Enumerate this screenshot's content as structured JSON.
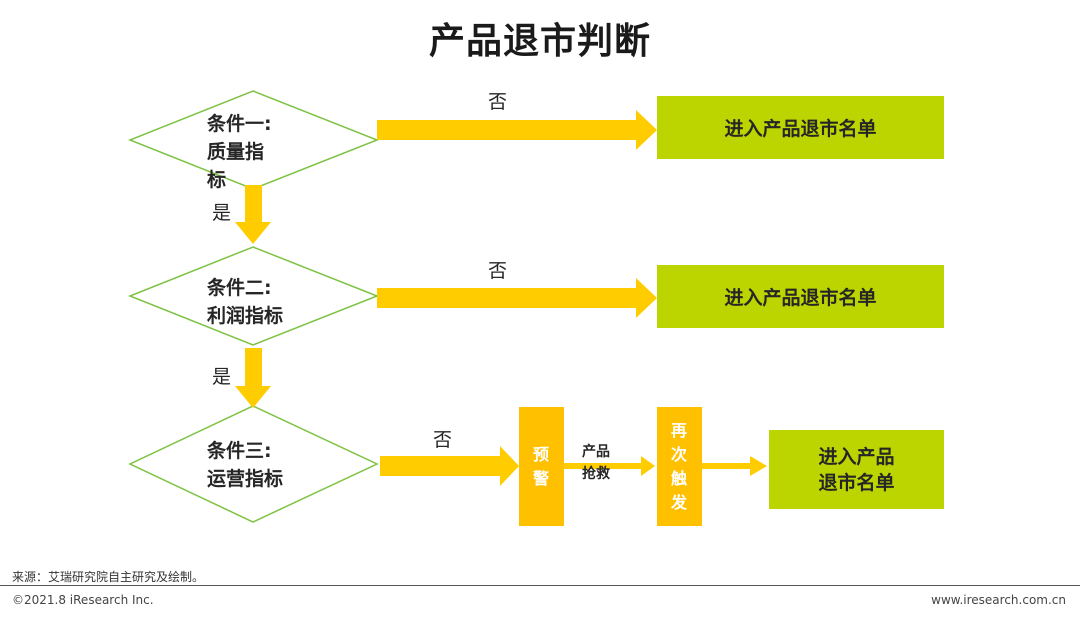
{
  "title": "产品退市判断",
  "colors": {
    "diamond_stroke": "#7dc242",
    "arrow": "#ffcc00",
    "result_fill": "#bcd400",
    "warning_fill": "#ffc000"
  },
  "conditions": [
    {
      "line1": "条件一:",
      "line2": "质量指",
      "line3": "标"
    },
    {
      "line1": "条件二:",
      "line2": "利润指标"
    },
    {
      "line1": "条件三:",
      "line2": "运营指标"
    }
  ],
  "edges": {
    "no": "否",
    "yes": "是"
  },
  "results": {
    "exit_list": "进入产品退市名单",
    "exit_list_line1": "进入产品",
    "exit_list_line2": "退市名单"
  },
  "warning": "预警",
  "rescue_line1": "产品",
  "rescue_line2": "抢救",
  "retrigger": "再次触发",
  "footer": {
    "source": "来源：艾瑞研究院自主研究及绘制。",
    "copyright": "©2021.8 iResearch Inc.",
    "website": "www.iresearch.com.cn"
  }
}
